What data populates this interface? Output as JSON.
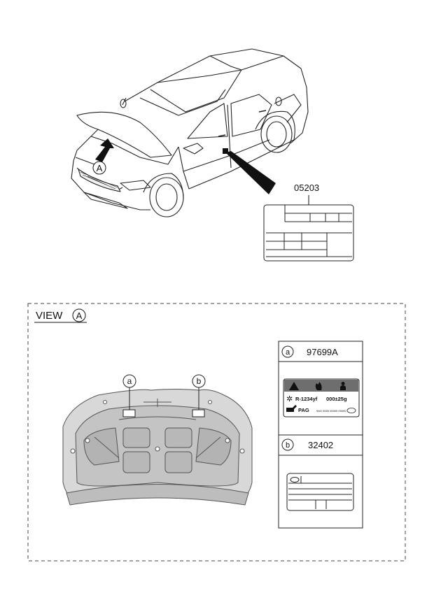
{
  "top": {
    "callout_letter": "A",
    "part_number": "05203"
  },
  "view": {
    "prefix": "VIEW",
    "letter": "A"
  },
  "hood": {
    "marker_a": "a",
    "marker_b": "b"
  },
  "parts": [
    {
      "marker": "a",
      "number": "97699A"
    },
    {
      "marker": "b",
      "number": "32402"
    }
  ],
  "refrigerant_label": {
    "refrigerant": "R-1234yf",
    "amount": "000±25g",
    "oil": "PAG",
    "code": "9AG 0000 00000 00000"
  }
}
